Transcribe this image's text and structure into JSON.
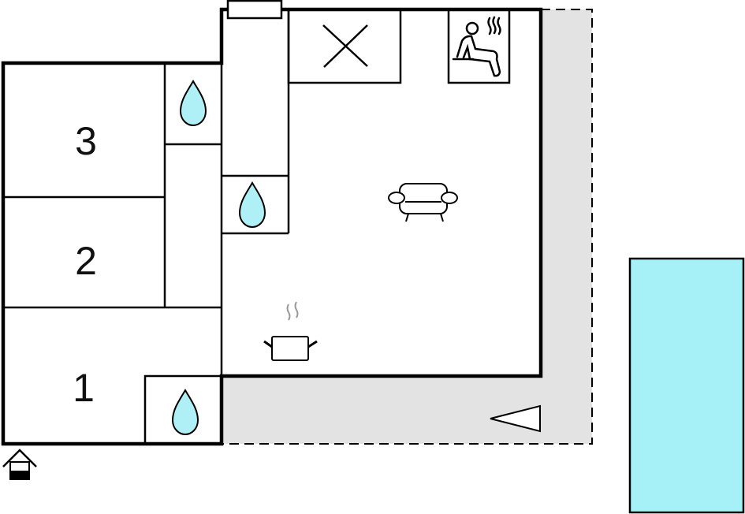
{
  "rooms": [
    {
      "label": "3",
      "kind": "bedroom"
    },
    {
      "label": "2",
      "kind": "bedroom"
    },
    {
      "label": "1",
      "kind": "bedroom"
    }
  ],
  "icons": [
    "water-drop-icon",
    "sauna-icon",
    "sofa-icon",
    "cooking-pot-icon",
    "entrance-icon",
    "direction-arrow-icon"
  ],
  "colors": {
    "water": "#aef0f5",
    "pool": "#a6f0f8",
    "terrace": "#e3e3e3",
    "wall": "#000000"
  }
}
